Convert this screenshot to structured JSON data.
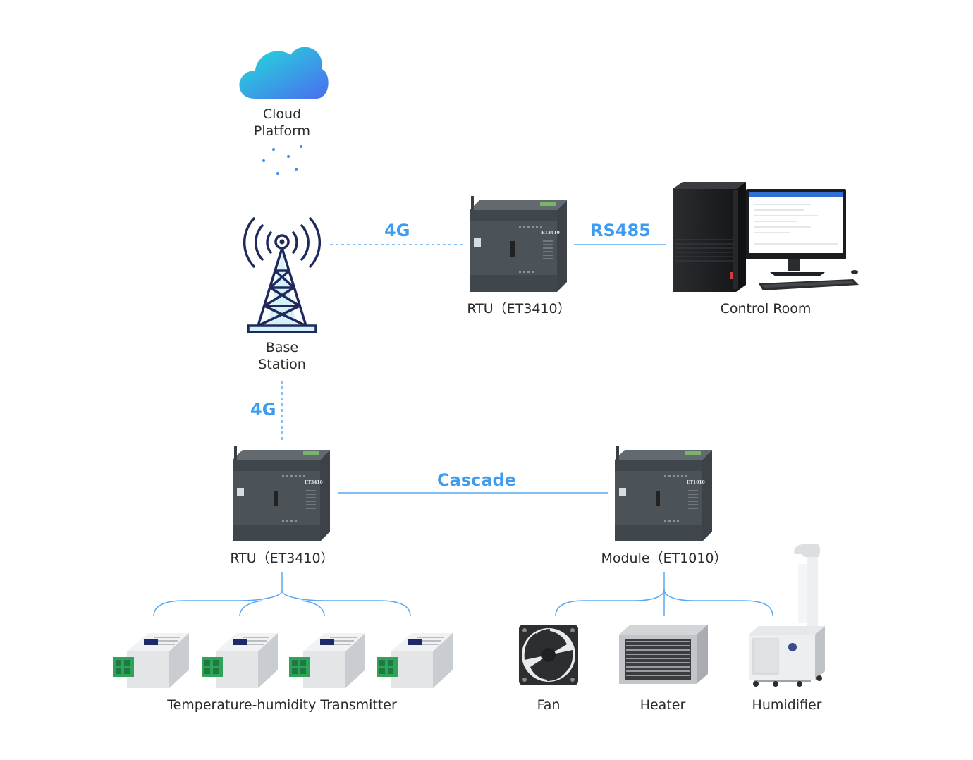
{
  "nodes": {
    "cloud": {
      "line1": "Cloud",
      "line2": "Platform",
      "icon": "cloud-icon"
    },
    "base_station": {
      "line1": "Base",
      "line2": "Station",
      "icon": "cell-tower-icon"
    },
    "rtu_top": {
      "label": "RTU（ET3410）",
      "device_text": "ET3410",
      "icon": "rtu-device-icon"
    },
    "control_room": {
      "label": "Control Room",
      "icon": "desktop-computer-icon"
    },
    "rtu_bottom": {
      "label": "RTU（ET3410）",
      "device_text": "ET3410",
      "icon": "rtu-device-icon"
    },
    "module": {
      "label": "Module（ET1010）",
      "device_text": "ET1010",
      "icon": "module-device-icon"
    },
    "transmitters": {
      "label": "Temperature-humidity Transmitter",
      "count": 4,
      "icon": "sensor-icon"
    },
    "fan": {
      "label": "Fan",
      "icon": "fan-icon"
    },
    "heater": {
      "label": "Heater",
      "icon": "heater-icon"
    },
    "humidifier": {
      "label": "Humidifier",
      "icon": "humidifier-icon"
    }
  },
  "links": {
    "base_to_rtu_top": "4G",
    "rtu_top_to_control": "RS485",
    "base_to_rtu_bottom": "4G",
    "rtu_to_module": "Cascade"
  },
  "colors": {
    "accent": "#3d9cf0",
    "line": "#5aa8f0",
    "device_dark": "#4a5157",
    "tower": "#1e2a5c",
    "sensor_green": "#2ea35a"
  }
}
